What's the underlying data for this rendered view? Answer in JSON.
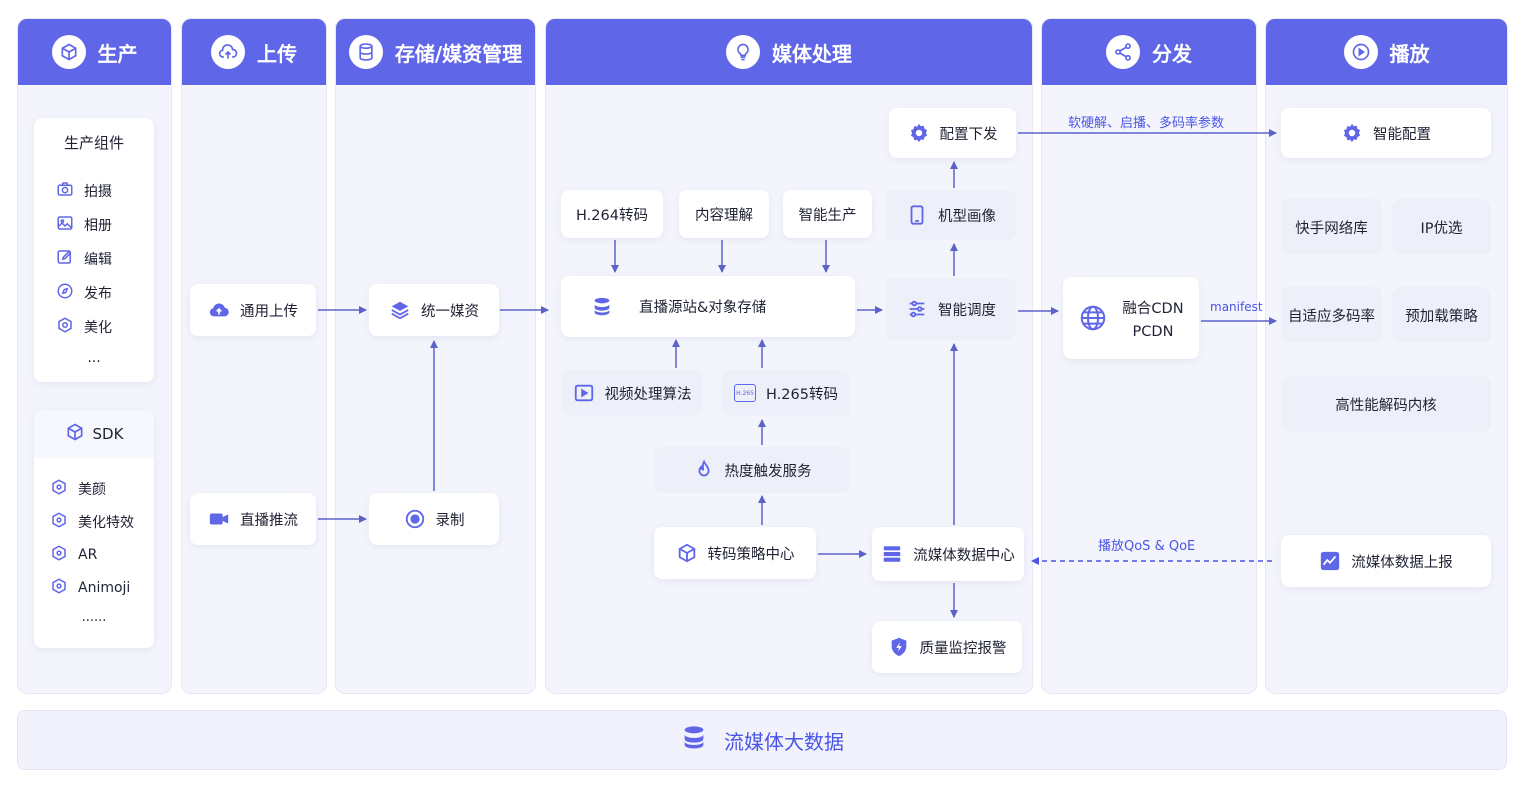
{
  "columns": {
    "production": "生产",
    "upload": "上传",
    "storage": "存储/媒资管理",
    "media": "媒体处理",
    "distribution": "分发",
    "playback": "播放"
  },
  "production": {
    "components_title": "生产组件",
    "components": [
      "拍摄",
      "相册",
      "编辑",
      "发布",
      "美化"
    ],
    "components_more": "...",
    "sdk_title": "SDK",
    "sdk_items": [
      "美颜",
      "美化特效",
      "AR",
      "Animoji"
    ],
    "sdk_more": "......"
  },
  "upload": {
    "general": "通用上传",
    "live": "直播推流"
  },
  "storage": {
    "unified": "统一媒资",
    "record": "录制"
  },
  "media": {
    "h264": "H.264转码",
    "content": "内容理解",
    "smart_gen": "智能生产",
    "origin": "直播源站&对象存储",
    "video_algo": "视频处理算法",
    "h265": "H.265转码",
    "h265_icon_text": "H.265",
    "heat": "热度触发服务",
    "transcode_strategy": "转码策略中心",
    "config_push": "配置下发",
    "device_profile": "机型画像",
    "smart_dispatch": "智能调度",
    "data_center": "流媒体数据中心",
    "quality": "质量监控报警"
  },
  "distribution": {
    "cdn_line1": "融合CDN",
    "cdn_line2": "PCDN",
    "top_label": "软硬解、启播、多码率参数",
    "manifest_label": "manifest",
    "qos_label": "播放QoS & QoE"
  },
  "playback": {
    "smart_config": "智能配置",
    "network_lib": "快手网络库",
    "ip_pref": "IP优选",
    "adaptive": "自适应多码率",
    "preload": "预加载策略",
    "decoder": "高性能解码内核",
    "report": "流媒体数据上报"
  },
  "footer": {
    "big_data": "流媒体大数据"
  },
  "colors": {
    "primary": "#6066e8",
    "accent": "#4a55e6",
    "arrow": "#5b63c9",
    "column_bg": "#f4f5fc"
  },
  "icons": {
    "production": "cube-icon",
    "upload": "cloud-upload-icon",
    "storage": "database-icon",
    "media": "lightbulb-icon",
    "distribution": "share-icon",
    "playback": "play-icon"
  }
}
